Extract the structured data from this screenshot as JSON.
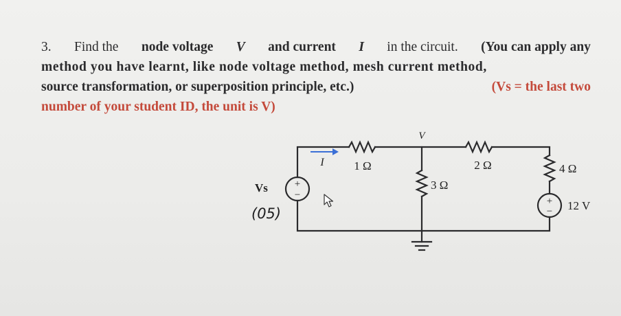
{
  "question": {
    "number": "3.",
    "line1_lead": "Find the",
    "line1_b1": "node voltage",
    "line1_V": "V",
    "line1_and": "and current",
    "line1_I": "I",
    "line1_tail": "in the circuit.",
    "line1_paren": "(You can apply any",
    "line2": "method you have learnt, like node voltage method, mesh current method,",
    "line3_black": "source transformation, or superposition principle, etc.)",
    "line3_red": "(Vs = the last two",
    "line4_red": "number of your student ID, the unit is V)"
  },
  "circuit": {
    "node_label": "V",
    "current_label": "I",
    "r1": "1 Ω",
    "r2": "2 Ω",
    "r3": "3 Ω",
    "r4": "4 Ω",
    "source_vs_label": "Vs",
    "source_vs_value": "(05)",
    "source_12v": "12 V",
    "plus": "+",
    "minus": "−"
  },
  "colors": {
    "ink": "#2b2b2d",
    "red": "#c44a3b",
    "arrow": "#3b6fd6"
  }
}
